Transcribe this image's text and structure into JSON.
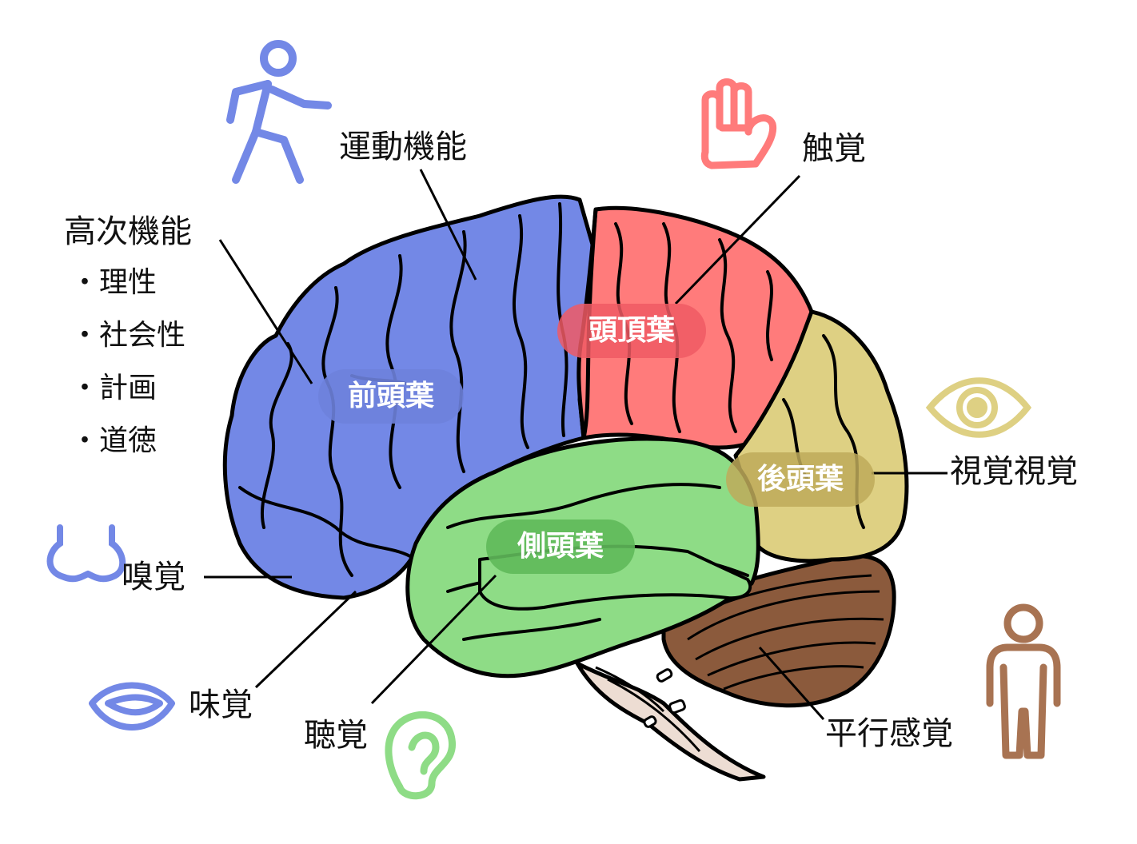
{
  "lobes": {
    "frontal": "前頭葉",
    "parietal": "頭頂葉",
    "temporal": "側頭葉",
    "occipital": "後頭葉"
  },
  "functions": {
    "motor": "運動機能",
    "higher": "高次機能",
    "higher_items": [
      "・理性",
      "・社会性",
      "・計画",
      "・道徳"
    ],
    "touch": "触覚",
    "vision": "視覚視覚",
    "smell": "嗅覚",
    "taste": "味覚",
    "hearing": "聴覚",
    "balance": "平行感覚"
  },
  "icons": {
    "motor": "walking-person-icon",
    "touch": "hand-icon",
    "vision": "eye-icon",
    "smell": "nose-icon",
    "taste": "lips-icon",
    "hearing": "ear-icon",
    "balance": "standing-person-icon"
  },
  "colors": {
    "frontal": "#7388E6",
    "parietal": "#FF7B7B",
    "temporal": "#8EDC86",
    "occipital": "#DED083",
    "cerebellum": "#8B5A3C",
    "brainstem": "#EDDDD3",
    "balance_icon": "#A87352",
    "hearing_icon": "#8EDC86"
  }
}
